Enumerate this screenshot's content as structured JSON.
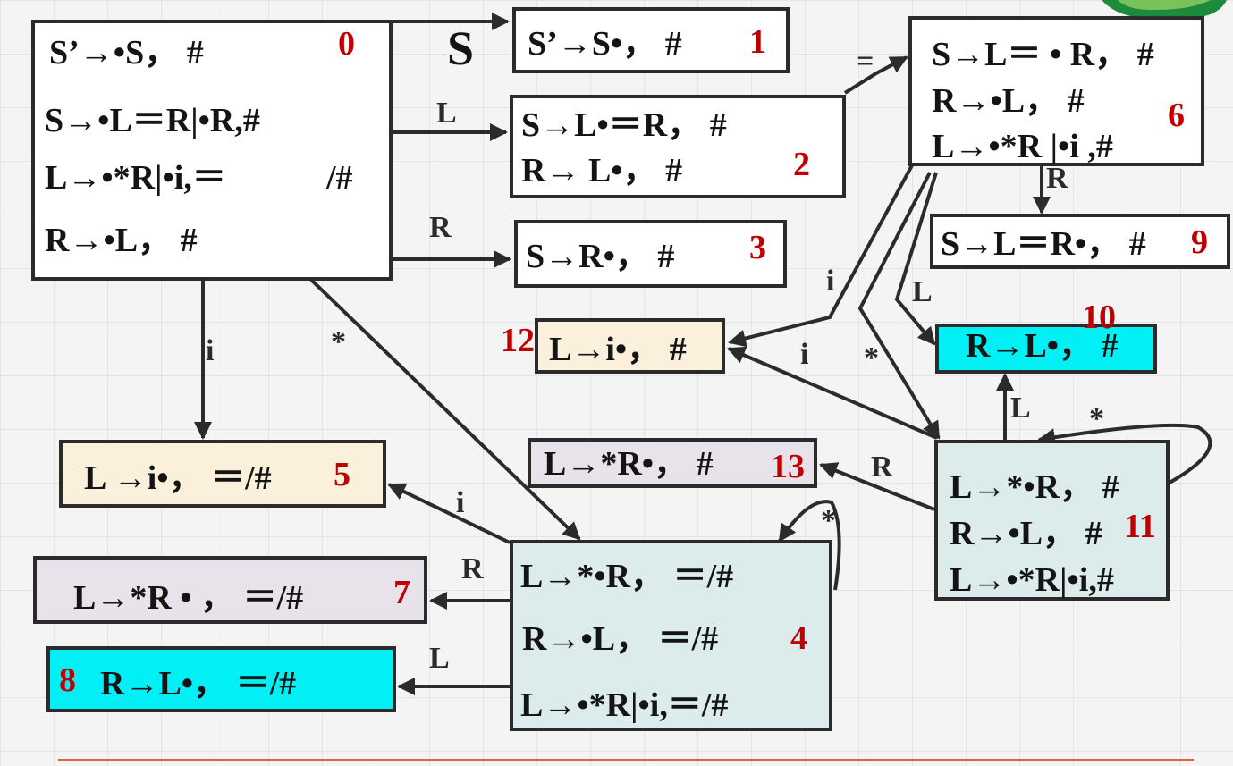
{
  "states": {
    "s0": {
      "number": "0",
      "items": [
        "S’→•S， #",
        "S→•L＝R|•R,#",
        "L→•*R|•i,＝",
        "/#",
        "R→•L， #"
      ]
    },
    "s1": {
      "number": "1",
      "items": [
        "S’→S•， #"
      ]
    },
    "s2": {
      "number": "2",
      "items": [
        "S→L•＝R， #",
        "R→ L•， #"
      ]
    },
    "s3": {
      "number": "3",
      "items": [
        "S→R•， #"
      ]
    },
    "s4": {
      "number": "4",
      "items": [
        "L→*•R， ＝/#",
        "R→•L， ＝/#",
        "L→•*R|•i,＝/#"
      ]
    },
    "s5": {
      "number": "5",
      "items": [
        "L →i•， ＝/#"
      ]
    },
    "s6": {
      "number": "6",
      "items": [
        "S→L＝ • R， #",
        "R→•L， #",
        "L→•*R |•i ,#"
      ]
    },
    "s7": {
      "number": "7",
      "items": [
        "L→*R • ， ＝/#"
      ]
    },
    "s8": {
      "number": "8",
      "items": [
        "R→L•， ＝/#"
      ]
    },
    "s9": {
      "number": "9",
      "items": [
        "S→L＝R•， #"
      ]
    },
    "s10": {
      "number": "10",
      "items": [
        "R→L•， #"
      ]
    },
    "s11": {
      "number": "11",
      "items": [
        "L→*•R， #",
        "R→•L， #",
        "L→•*R|•i,#"
      ]
    },
    "s12": {
      "number": "12",
      "items": [
        "L→i•， #"
      ]
    },
    "s13": {
      "number": "13",
      "items": [
        "L→*R•， #"
      ]
    }
  },
  "transitions": {
    "s0_S": "S",
    "s0_L": "L",
    "s0_R": "R",
    "s0_i": "i",
    "s0_star": "*",
    "s2_eq": "=",
    "s6_R": "R",
    "s6_i": "i",
    "s6_star": "*",
    "s6_L": "L",
    "s11_i": "i",
    "s11_L": "L",
    "s11_star": "*",
    "s11_R": "R",
    "s4_i": "i",
    "s4_star": "*",
    "s4_R": "R",
    "s4_L": "L"
  },
  "colors": {
    "border": "#2b2b2b",
    "state_number": "#c00000",
    "beige": "#fbf0dc",
    "lavender": "#e8e2ea",
    "light_teal": "#dcebec",
    "cyan": "#00f0f5"
  }
}
